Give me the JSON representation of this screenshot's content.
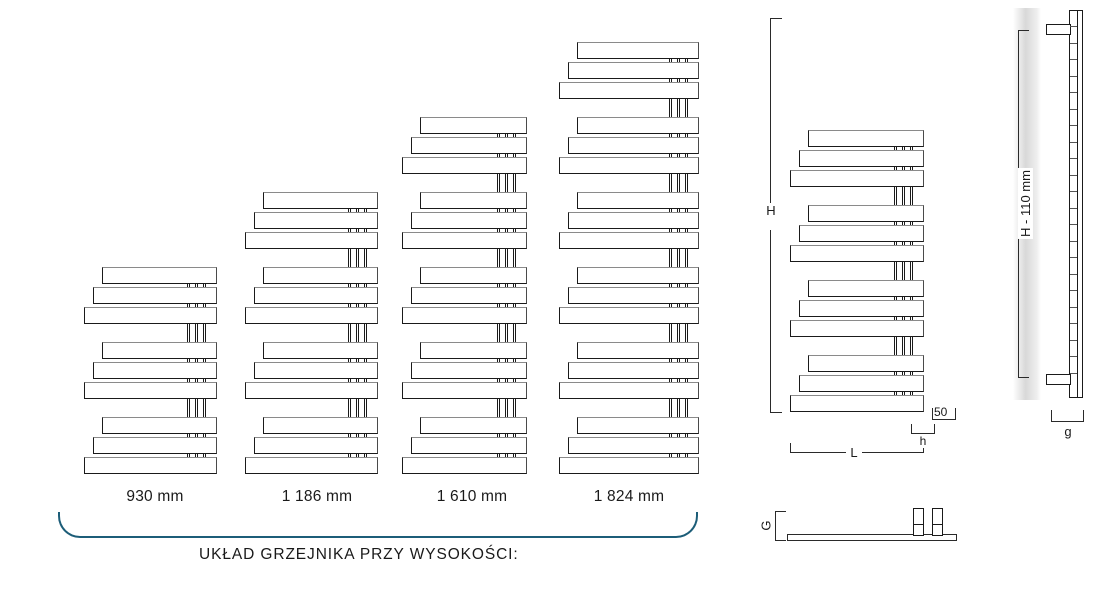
{
  "caption": {
    "text": "UKŁAD GRZEJNIKA PRZY WYSOKOŚCI:"
  },
  "accent_color": "#1c5d78",
  "line_color": "#1a1a1a",
  "variants": [
    {
      "label": "930 mm",
      "height_mm": 930,
      "groups": 3,
      "bars_per_group": 3,
      "bars_total": 9
    },
    {
      "label": "1 186 mm",
      "height_mm": 1186,
      "groups": 4,
      "bars_per_group": 3,
      "bars_total": 12
    },
    {
      "label": "1 610 mm",
      "height_mm": 1610,
      "groups": 5,
      "bars_per_group": 3,
      "bars_total": 15
    },
    {
      "label": "1 824 mm",
      "height_mm": 1824,
      "groups": 6,
      "bars_per_group": 3,
      "bars_total": 18
    }
  ],
  "front_view": {
    "bars_total": 12,
    "groups": 4,
    "dimensions": {
      "height": "H",
      "width": "L",
      "connector_offset": "h",
      "pipe_spacing": "50"
    }
  },
  "side_view": {
    "dimensions": {
      "height": "H - 110 mm",
      "depth": "g"
    }
  },
  "bottom_view": {
    "dimensions": {
      "thickness": "G"
    }
  }
}
